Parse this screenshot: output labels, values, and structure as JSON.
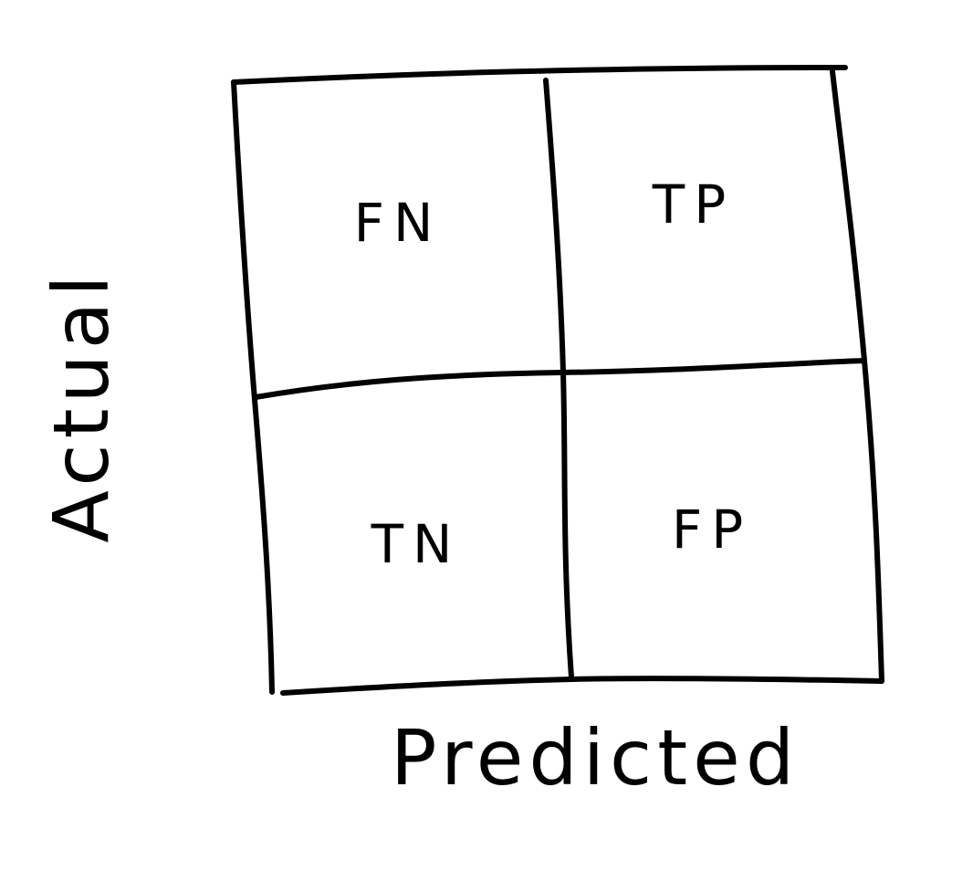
{
  "diagram": {
    "axes": {
      "y_label": "Actual",
      "x_label": "Predicted"
    },
    "cells": {
      "top_left": "FN",
      "top_right": "TP",
      "bottom_left": "TN",
      "bottom_right": "FP"
    },
    "ink_color": "#000000"
  }
}
